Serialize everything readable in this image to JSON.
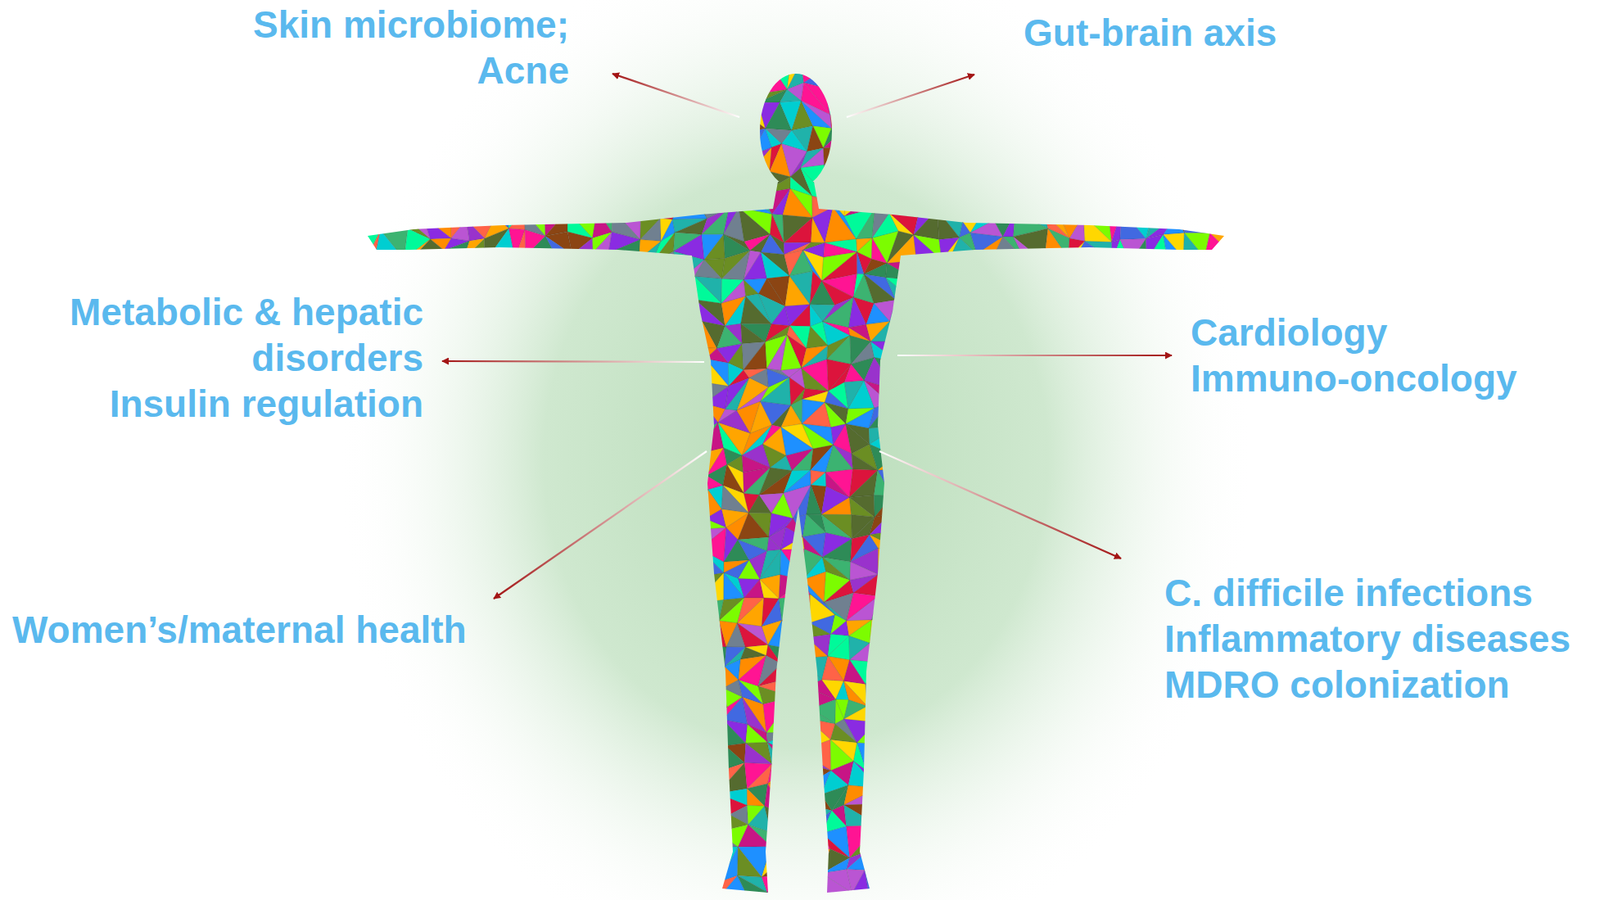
{
  "diagram": {
    "labels": [
      "Skin microbiome; Acne",
      "Gut-brain axis",
      "Metabolic & hepatic disorders",
      "Insulin regulation",
      "Cardiology",
      "Immuno-oncology",
      "Women’s/maternal health",
      "C. difficile infections",
      "Inflammatory diseases",
      "MDRO colonization"
    ]
  }
}
